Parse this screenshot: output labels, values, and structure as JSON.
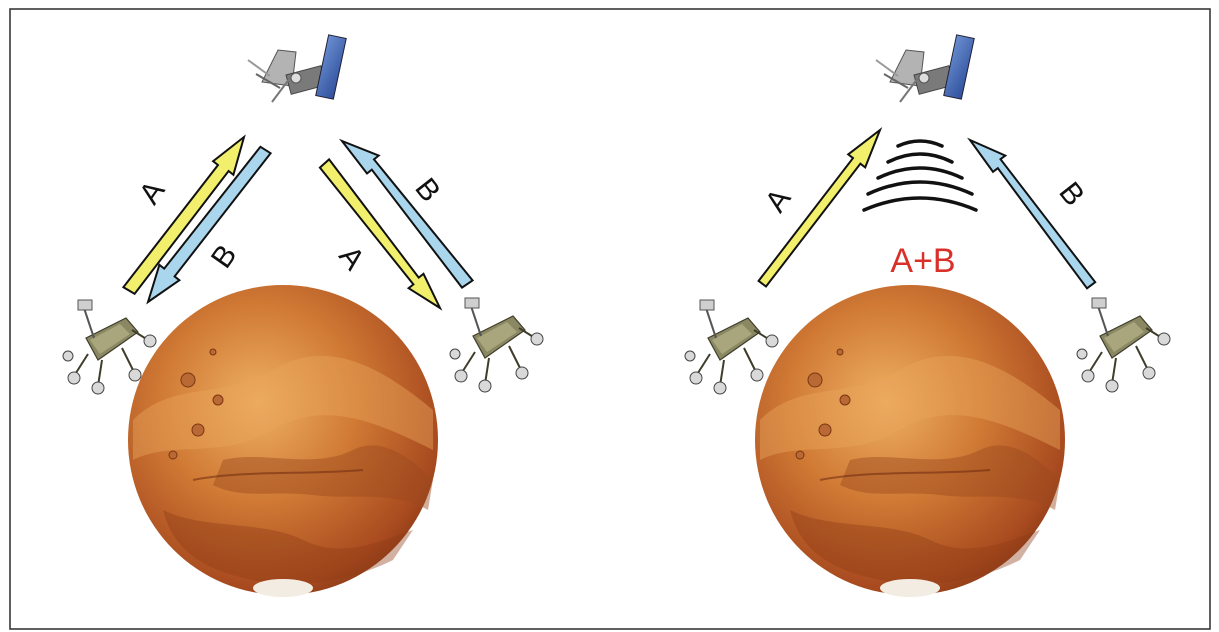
{
  "labels": {
    "a": "A",
    "b": "B",
    "sum": "A+B"
  },
  "colors": {
    "arrow_a": "#f1ef6c",
    "arrow_b": "#a9d6ec",
    "sum_text": "#d9302a",
    "planet_base": "#c8692a",
    "planet_light": "#e6a055",
    "planet_dark": "#8c3a17",
    "outline": "#111111",
    "border": "#2b2b2b"
  },
  "icons": {
    "orbiter": "satellite-icon",
    "lander": "rover-icon",
    "planet": "mars-icon",
    "signal": "radio-waves-icon"
  }
}
